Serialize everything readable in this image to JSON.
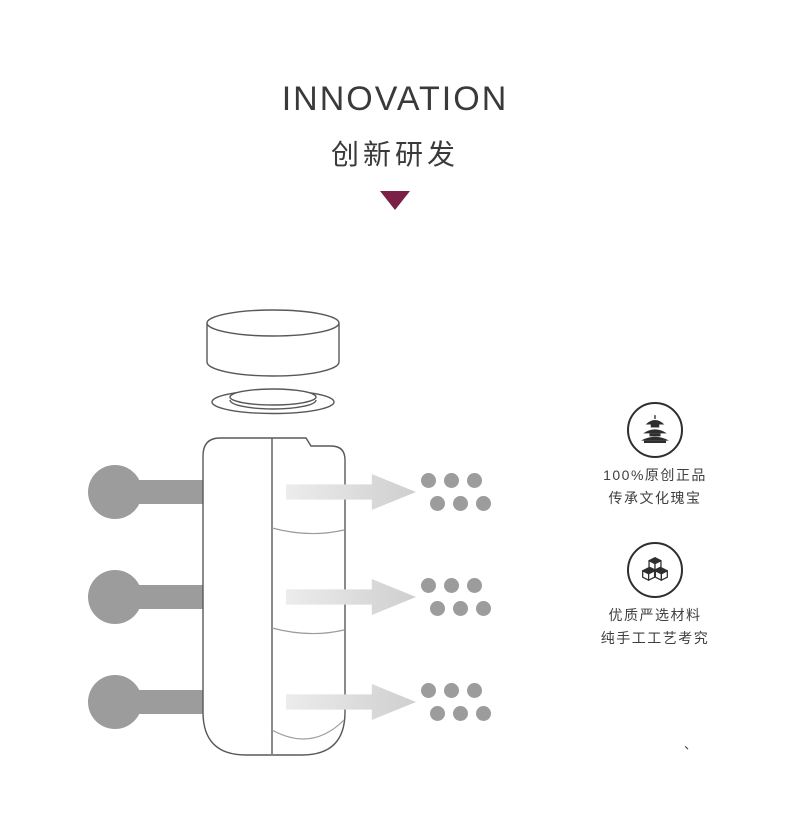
{
  "header": {
    "title": "INNOVATION",
    "subtitle": "创新研发"
  },
  "features": [
    {
      "icon": "pagoda-icon",
      "line1": "100%原创正品",
      "line2": "传承文化瑰宝"
    },
    {
      "icon": "cubes-icon",
      "line1": "优质严选材料",
      "line2": "纯手工工艺考究"
    }
  ],
  "footer": {
    "stray_mark": "、"
  },
  "colors": {
    "accent": "#7a2145",
    "gray": "#9c9c9c",
    "arrow-light": "#ececec",
    "arrow-dark": "#cfcfcf",
    "text": "#3a3a3a"
  }
}
